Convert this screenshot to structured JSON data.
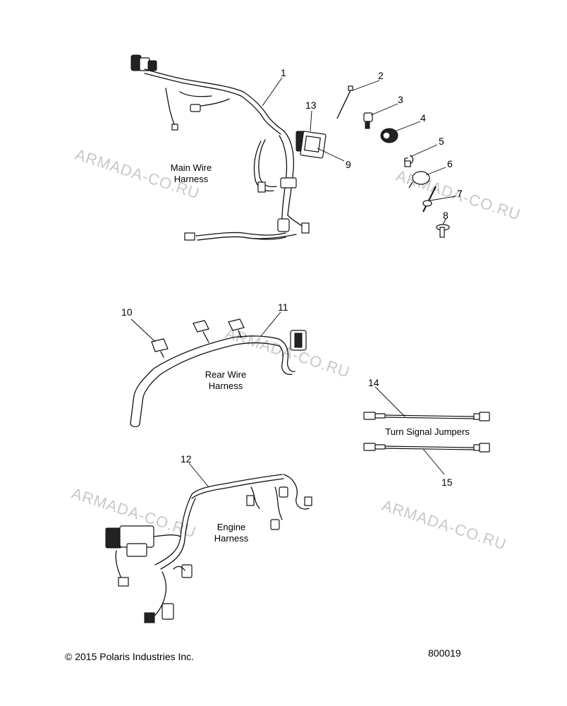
{
  "callouts": [
    {
      "id": "c1",
      "label": "1"
    },
    {
      "id": "c2",
      "label": "2"
    },
    {
      "id": "c3",
      "label": "3"
    },
    {
      "id": "c4",
      "label": "4"
    },
    {
      "id": "c5",
      "label": "5"
    },
    {
      "id": "c6",
      "label": "6"
    },
    {
      "id": "c7",
      "label": "7"
    },
    {
      "id": "c8",
      "label": "8"
    },
    {
      "id": "c9",
      "label": "9"
    },
    {
      "id": "c10",
      "label": "10"
    },
    {
      "id": "c11",
      "label": "11"
    },
    {
      "id": "c12",
      "label": "12"
    },
    {
      "id": "c13",
      "label": "13"
    },
    {
      "id": "c14",
      "label": "14"
    },
    {
      "id": "c15",
      "label": "15"
    }
  ],
  "captions": {
    "main_wire_line1": "Main Wire",
    "main_wire_line2": "Harness",
    "rear_wire_line1": "Rear Wire",
    "rear_wire_line2": "Harness",
    "engine_line1": "Engine",
    "engine_line2": "Harness",
    "turn_signal": "Turn Signal Jumpers"
  },
  "watermark": "ARMADA-CO.RU",
  "footer": {
    "copyright": "© 2015 Polaris Industries Inc.",
    "diagram_number": "800019"
  }
}
